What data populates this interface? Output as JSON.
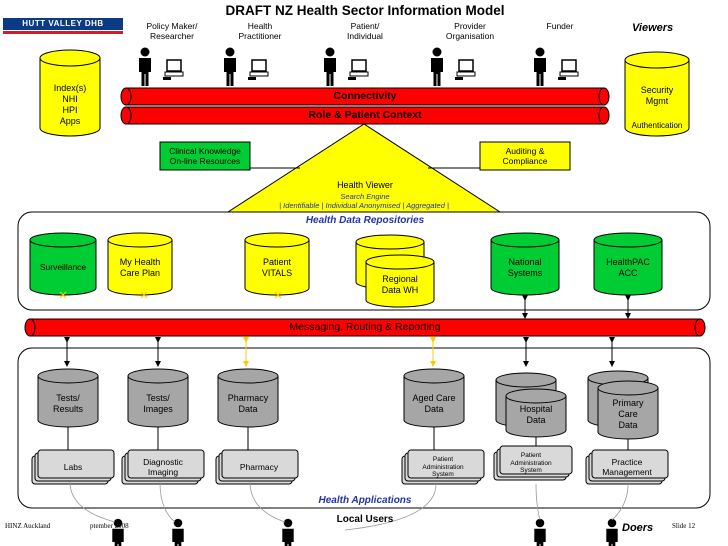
{
  "title": "DRAFT NZ Health Sector Information Model",
  "logo_text": "HUTT VALLEY DHB",
  "viewers_label": "Viewers",
  "doers_label": "Doers",
  "viewers": [
    {
      "label": "Policy Maker/\nResearcher"
    },
    {
      "label": "Health\nPractitioner"
    },
    {
      "label": "Patient/\nIndividual"
    },
    {
      "label": "Provider\nOrganisation"
    },
    {
      "label": "Funder"
    }
  ],
  "left_store": "Index(s)\nNHI\nHPI\nApps",
  "right_store": {
    "line1": "Security\nMgmt",
    "line2": "Authentication"
  },
  "connectivity": "Connectivity",
  "role_context": "Role & Patient Context",
  "clinical_knowledge": "Clinical Knowledge\nOn-line Resources",
  "auditing": "Auditing &\nCompliance",
  "health_viewer": {
    "title": "Health Viewer",
    "subtitle": "Search Engine",
    "modes": "| Identifiable | Individual Anonymised | Aggregated |"
  },
  "repositories_title": "Health Data Repositories",
  "repositories": [
    {
      "label": "Surveillance",
      "color": "green"
    },
    {
      "label": "My Health\nCare Plan",
      "color": "yellow"
    },
    {
      "label": "Patient\nVITALS",
      "color": "yellow"
    },
    {
      "label": "Regional\nData WH",
      "color": "yellow"
    },
    {
      "label": "National\nSystems",
      "color": "green"
    },
    {
      "label": "HealthPAC\nACC",
      "color": "green"
    }
  ],
  "messaging": "Messaging, Routing & Reporting",
  "applications_title": "Health Applications",
  "app_stores": [
    {
      "label": "Tests/\nResults"
    },
    {
      "label": "Tests/\nImages"
    },
    {
      "label": "Pharmacy\nData"
    },
    {
      "label": "Aged Care\nData"
    },
    {
      "label": "Hospital\nData"
    },
    {
      "label": "Primary\nCare\nData"
    }
  ],
  "app_boxes": [
    {
      "label": "Labs"
    },
    {
      "label": "Diagnostic\nImaging"
    },
    {
      "label": "Pharmacy"
    },
    {
      "label": "Patient\nAdministration\nSystem"
    },
    {
      "label": "Patient\nAdministration\nSystem"
    },
    {
      "label": "Practice\nManagement"
    }
  ],
  "local_users": "Local Users",
  "footer_left": "HINZ Auckland",
  "footer_left_tail": "ptember 2008",
  "footer_right": "Slide 12",
  "colors": {
    "red": "#ff0000",
    "yellow": "#ffff00",
    "green": "#00cc33",
    "grey": "#a6a6a6",
    "title_blue": "#2233aa",
    "navy": "#0c3b86"
  }
}
